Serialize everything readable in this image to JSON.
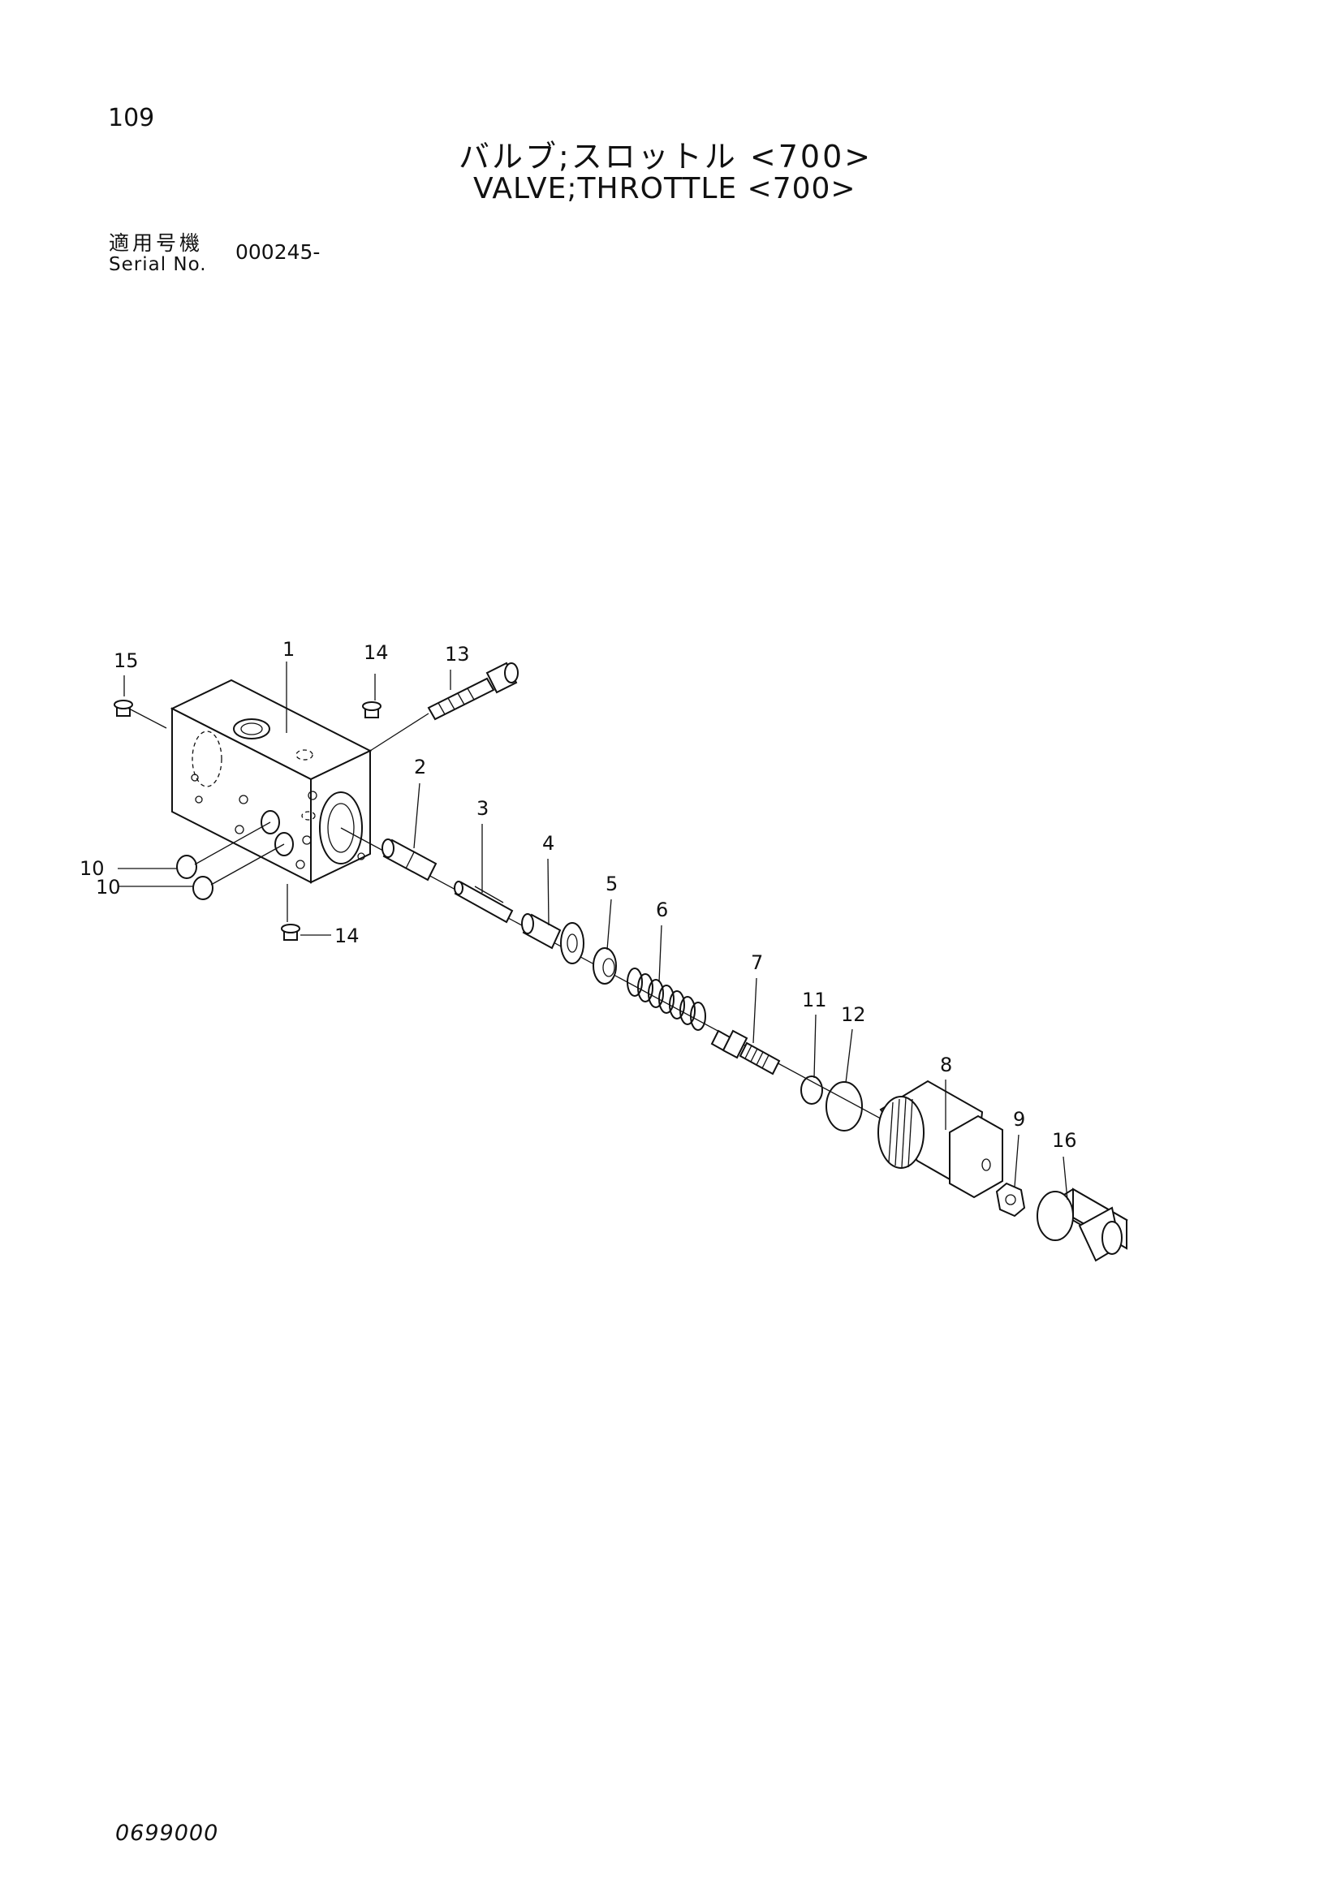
{
  "page": {
    "number": "109",
    "title_ja": "バルブ;スロットル <700>",
    "title_en": "VALVE;THROTTLE <700>",
    "serial_label_ja": "適用号機",
    "serial_label_en": "Serial No.",
    "serial_value": "000245-",
    "doc_code": "0699000"
  },
  "callouts": {
    "p1": "1",
    "p2": "2",
    "p3": "3",
    "p4": "4",
    "p5": "5",
    "p6": "6",
    "p7": "7",
    "p8": "8",
    "p9": "9",
    "p10a": "10",
    "p10b": "10",
    "p11": "11",
    "p12": "12",
    "p13": "13",
    "p14a": "14",
    "p14b": "14",
    "p15": "15",
    "p16": "16"
  }
}
